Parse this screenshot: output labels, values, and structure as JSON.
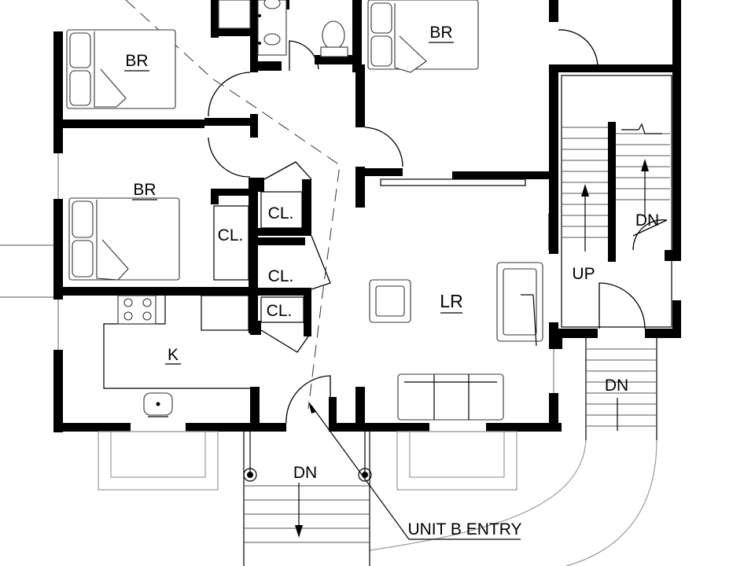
{
  "rooms": {
    "br_top_left": "BR",
    "br_top_right": "BR",
    "br_mid_left": "BR",
    "living_room": "LR",
    "kitchen": "K",
    "closet_1": "CL.",
    "closet_2": "CL.",
    "closet_3": "CL.",
    "closet_4": "CL."
  },
  "stairs": {
    "interior_up": "UP",
    "interior_down": "DN",
    "side_down": "DN",
    "front_down": "DN"
  },
  "callout": {
    "unit_entry": "UNIT B ENTRY"
  }
}
